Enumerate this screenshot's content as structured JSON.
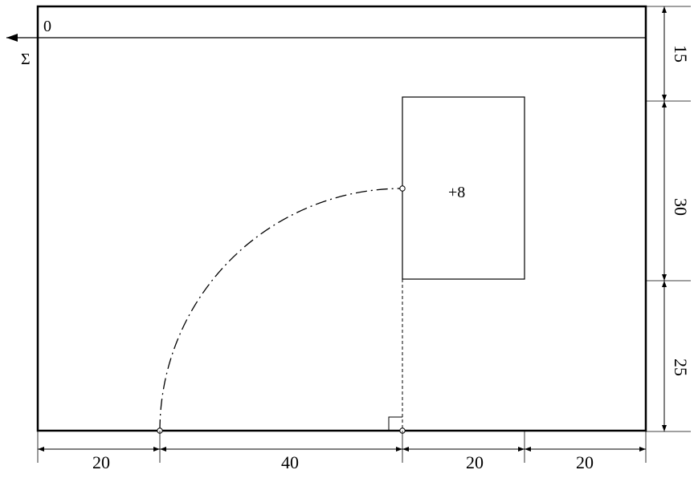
{
  "diagram": {
    "axis": {
      "origin_label": "0",
      "sum_symbol": "Σ"
    },
    "rectangle": {
      "label": "+8"
    },
    "dimensions": {
      "right": [
        "15",
        "30",
        "25"
      ],
      "bottom": [
        "20",
        "40",
        "20",
        "20"
      ]
    },
    "colors": {
      "stroke": "#000000",
      "background": "#ffffff"
    }
  }
}
